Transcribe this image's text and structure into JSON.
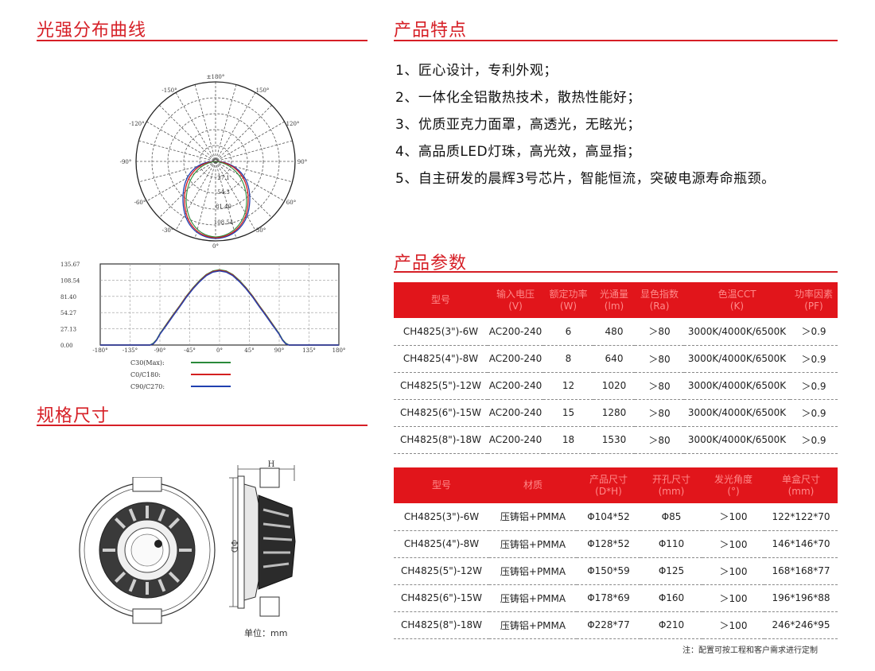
{
  "sections": {
    "curve_title": "光强分布曲线",
    "features_title": "产品特点",
    "params_title": "产品参数",
    "size_title": "规格尺寸"
  },
  "features": [
    "1、匠心设计，专利外观；",
    "2、一体化全铝散热技术，散热性能好；",
    "3、优质亚克力面罩，高透光，无眩光；",
    "4、高品质LED灯珠，高光效，高显指；",
    "5、自主研发的晨辉3号芯片，智能恒流，突破电源寿命瓶颈。"
  ],
  "polar_labels": {
    "top": "±180°",
    "bottom": "0°",
    "left_150": "-150°",
    "right_150": "150°",
    "left_120": "-120°",
    "right_120": "120°",
    "left_90": "-90°",
    "right_90": "90°",
    "left_60": "-60°",
    "right_60": "60°",
    "left_30": "-30°",
    "right_30": "30°",
    "r1": "27.1",
    "r2": "54.3",
    "r3": "81.40",
    "r4": "108.54"
  },
  "chart_data": {
    "type": "line",
    "title": "",
    "xlabel": "",
    "ylabel": "",
    "x_ticks": [
      "-180°",
      "-135°",
      "-90°",
      "-45°",
      "0°",
      "45°",
      "90°",
      "135°",
      "180°"
    ],
    "y_ticks": [
      "135.67",
      "108.54",
      "81.40",
      "54.27",
      "27.13",
      "0.00"
    ],
    "xlim": [
      -180,
      180
    ],
    "ylim": [
      0,
      135.67
    ],
    "x": [
      -180,
      -120,
      -105,
      -100,
      -95,
      -90,
      -80,
      -70,
      -60,
      -50,
      -40,
      -30,
      -20,
      -10,
      0,
      10,
      20,
      30,
      40,
      50,
      60,
      70,
      80,
      90,
      95,
      100,
      105,
      120,
      180
    ],
    "series": [
      {
        "name": "C30(Max):",
        "color": "#2a8a3a",
        "values": [
          0,
          0,
          0,
          3,
          9,
          19,
          35,
          51,
          66,
          82,
          96,
          108,
          118,
          124,
          126,
          124,
          118,
          108,
          96,
          82,
          66,
          51,
          35,
          19,
          9,
          3,
          0,
          0,
          0
        ]
      },
      {
        "name": "C0/C180:",
        "color": "#d32020",
        "values": [
          0,
          0,
          0,
          2,
          8,
          18,
          34,
          50,
          65,
          81,
          95,
          107,
          117,
          123,
          125,
          123,
          117,
          107,
          95,
          81,
          65,
          50,
          34,
          18,
          8,
          2,
          0,
          0,
          0
        ]
      },
      {
        "name": "C90/C270:",
        "color": "#2040b0",
        "values": [
          0,
          0,
          0,
          2,
          8,
          18,
          33,
          49,
          64,
          80,
          94,
          106,
          116,
          122,
          124,
          122,
          116,
          106,
          94,
          80,
          64,
          49,
          33,
          18,
          8,
          2,
          0,
          0,
          0
        ]
      }
    ]
  },
  "dimension": {
    "h_label": "H",
    "d_label": "ΦD",
    "unit": "单位：mm"
  },
  "table1": {
    "headers": [
      [
        "型号"
      ],
      [
        "输入电压",
        "(V)"
      ],
      [
        "额定功率",
        "(W)"
      ],
      [
        "光通量",
        "(lm)"
      ],
      [
        "显色指数",
        "(Ra)"
      ],
      [
        "色温CCT",
        "(K)"
      ],
      [
        "功率因素",
        "(PF)"
      ]
    ],
    "rows": [
      [
        "CH4825(3\")-6W",
        "AC200-240",
        "6",
        "480",
        "＞80",
        "3000K/4000K/6500K",
        "＞0.9"
      ],
      [
        "CH4825(4\")-8W",
        "AC200-240",
        "8",
        "640",
        "＞80",
        "3000K/4000K/6500K",
        "＞0.9"
      ],
      [
        "CH4825(5\")-12W",
        "AC200-240",
        "12",
        "1020",
        "＞80",
        "3000K/4000K/6500K",
        "＞0.9"
      ],
      [
        "CH4825(6\")-15W",
        "AC200-240",
        "15",
        "1280",
        "＞80",
        "3000K/4000K/6500K",
        "＞0.9"
      ],
      [
        "CH4825(8\")-18W",
        "AC200-240",
        "18",
        "1530",
        "＞80",
        "3000K/4000K/6500K",
        "＞0.9"
      ]
    ]
  },
  "table2": {
    "headers": [
      [
        "型号"
      ],
      [
        "材质"
      ],
      [
        "产品尺寸",
        "(D*H)"
      ],
      [
        "开孔尺寸",
        "(mm)"
      ],
      [
        "发光角度",
        "(°)"
      ],
      [
        "单盒尺寸",
        "(mm)"
      ]
    ],
    "rows": [
      [
        "CH4825(3\")-6W",
        "压铸铝+PMMA",
        "Φ104*52",
        "Φ85",
        "＞100",
        "122*122*70"
      ],
      [
        "CH4825(4\")-8W",
        "压铸铝+PMMA",
        "Φ128*52",
        "Φ110",
        "＞100",
        "146*146*70"
      ],
      [
        "CH4825(5\")-12W",
        "压铸铝+PMMA",
        "Φ150*59",
        "Φ125",
        "＞100",
        "168*168*77"
      ],
      [
        "CH4825(6\")-15W",
        "压铸铝+PMMA",
        "Φ178*69",
        "Φ160",
        "＞100",
        "196*196*88"
      ],
      [
        "CH4825(8\")-18W",
        "压铸铝+PMMA",
        "Φ228*77",
        "Φ210",
        "＞100",
        "246*246*95"
      ]
    ]
  },
  "note": "注：配置可按工程和客户需求进行定制"
}
